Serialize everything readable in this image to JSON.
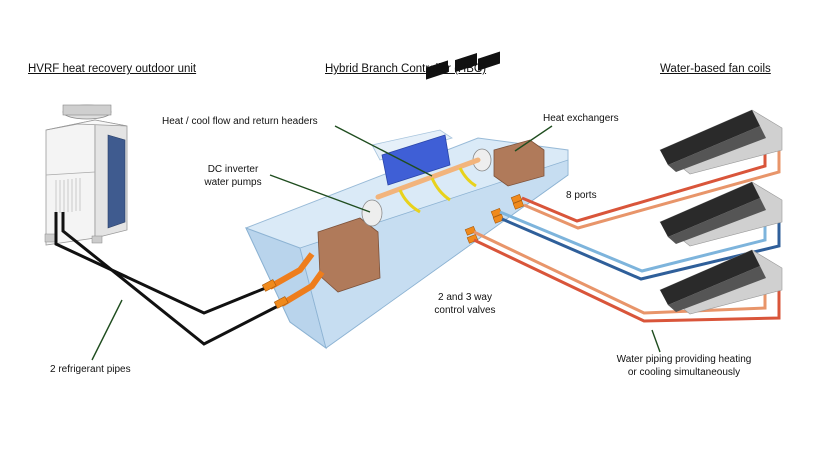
{
  "headers": {
    "outdoor_unit": "HVRF heat recovery outdoor unit",
    "hbc": "Hybrid Branch Controller (HBC)",
    "fan_coils": "Water-based fan coils"
  },
  "labels": {
    "headers_pipe": "Heat / cool flow and return headers",
    "pumps_line1": "DC inverter",
    "pumps_line2": "water pumps",
    "heat_exchangers": "Heat exchangers",
    "ports": "8 ports",
    "valves_line1": "2 and 3 way",
    "valves_line2": "control valves",
    "refrigerant": "2 refrigerant pipes",
    "water_line1": "Water piping providing heating",
    "water_line2": "or cooling simultaneously"
  },
  "colors": {
    "leader": "#1f4d1f",
    "refrigerant_pipe": "#111111",
    "hot_flow": "#d9553a",
    "hot_return": "#e8956a",
    "cool_flow": "#2f5f9a",
    "cool_return": "#7db4dc",
    "hbc_casing": "#cfe3f4",
    "heat_exchanger": "#b07a5a",
    "fitting": "#f08a1c"
  }
}
